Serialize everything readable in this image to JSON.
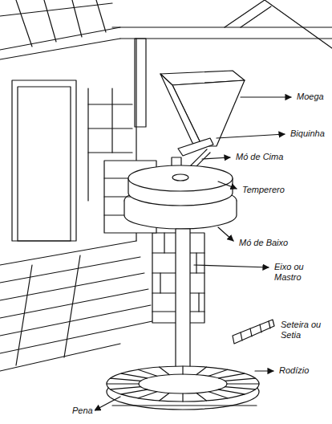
{
  "diagram": {
    "labels": [
      "Moega",
      "Biquinha",
      "Mó de Cima",
      "Temperero",
      "Mó de Baixo",
      "Eixo ou Mastro",
      "Seteira ou Setia",
      "Rodízio",
      "Pena"
    ]
  }
}
